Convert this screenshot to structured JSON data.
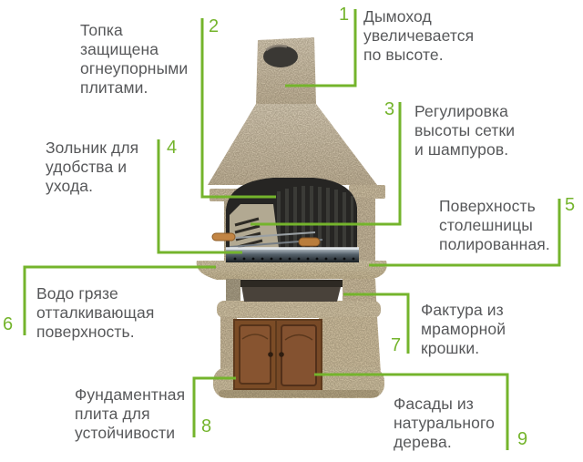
{
  "colors": {
    "accent_green": "#74b42c",
    "label_gray": "#57585a",
    "stone_beige": "#cbbda2",
    "wood_brown": "#7b4c26"
  },
  "illustration": "stone-barbecue-grill",
  "callouts": {
    "c1": {
      "num": "1",
      "text": "Дымоход\nувеличевается\nпо высоте."
    },
    "c2": {
      "num": "2",
      "text": "Топка\nзащищена\nогнеупорными\nплитами."
    },
    "c3": {
      "num": "3",
      "text": "Регулировка\nвысоты сетки\nи шампуров."
    },
    "c4": {
      "num": "4",
      "text": "Зольник для\nудобства и\nухода."
    },
    "c5": {
      "num": "5",
      "text": "Поверхность\nстолешницы\nполированная."
    },
    "c6": {
      "num": "6",
      "text": "Водо грязе\nотталкивающая\nповерхность."
    },
    "c7": {
      "num": "7",
      "text": "Фактура из\nмраморной\nкрошки."
    },
    "c8": {
      "num": "8",
      "text": "Фундаментная\nплита для\nустойчивости"
    },
    "c9": {
      "num": "9",
      "text": "Фасады из\nнатурального\nдерева."
    }
  }
}
